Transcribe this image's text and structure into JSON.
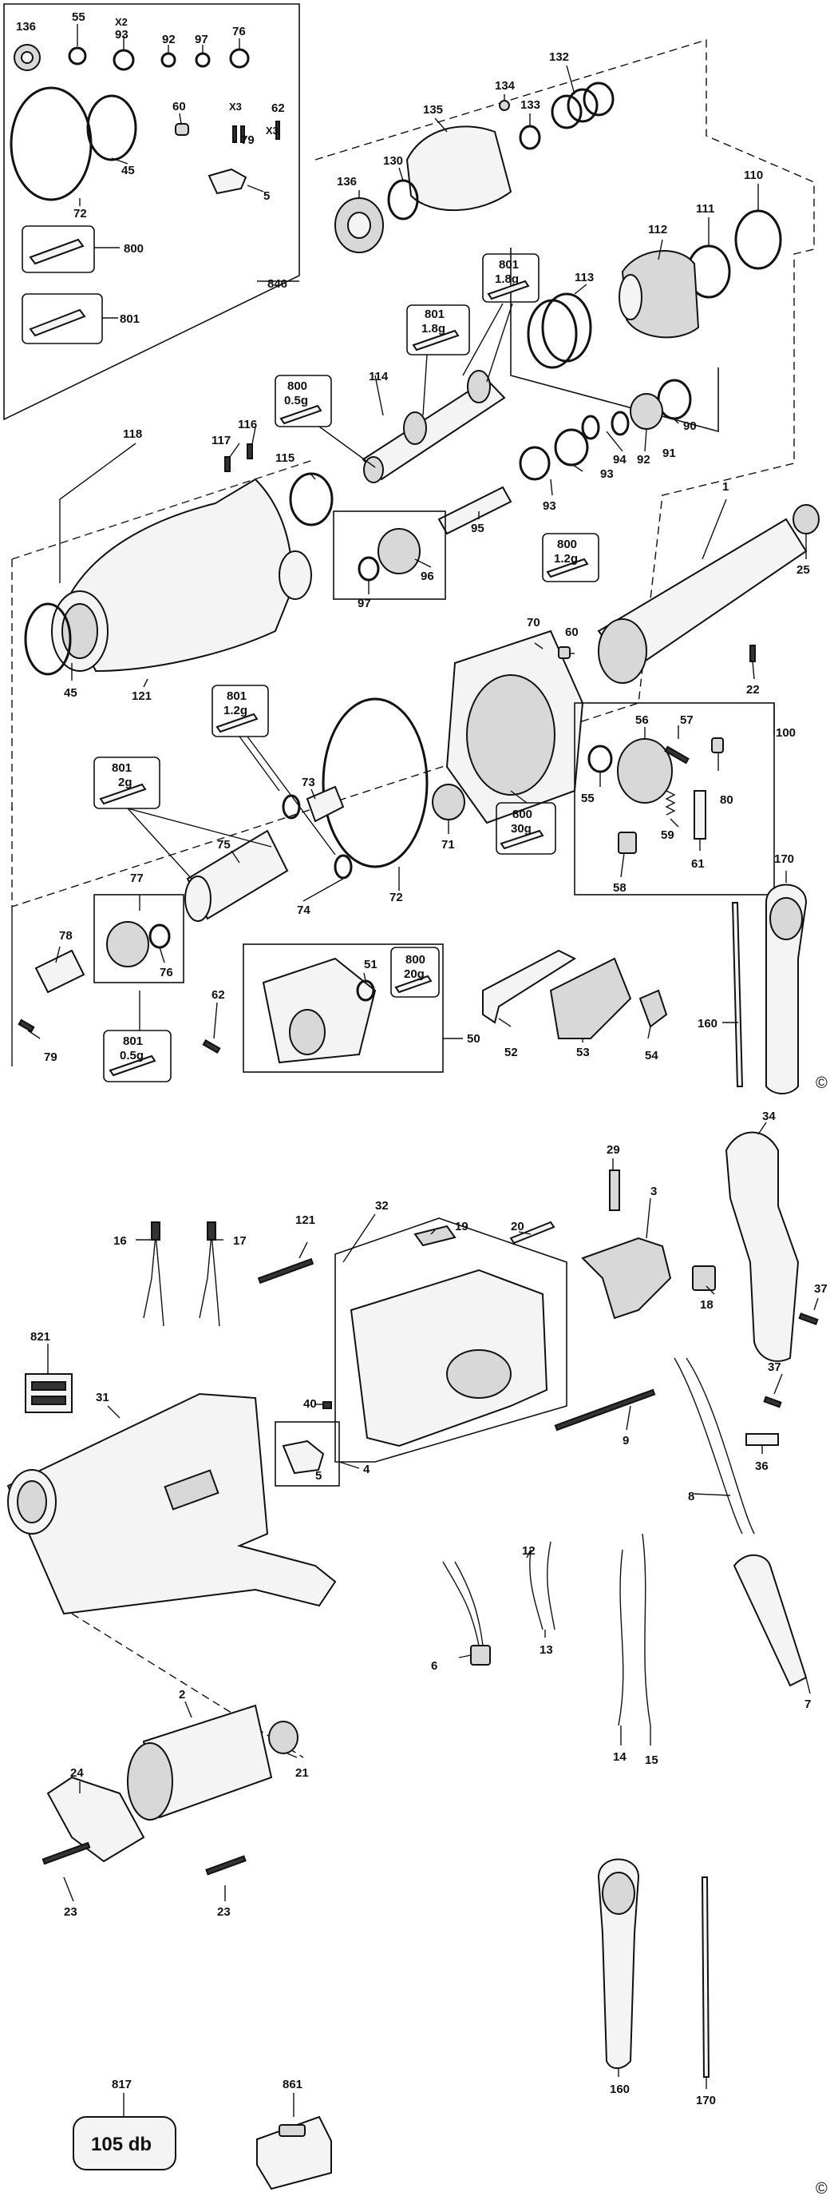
{
  "labels": {
    "l136a": "136",
    "l55a": "55",
    "l93top": "93",
    "lx2": "X2",
    "l92a": "92",
    "l97a": "97",
    "l76a": "76",
    "l60a": "60",
    "lx3a": "X3",
    "l79a": "79",
    "lx3b": "X3",
    "l62a": "62",
    "l45a": "45",
    "l72a": "72",
    "l5a": "5",
    "l800a": "800",
    "l801a": "801",
    "l846": "846",
    "l134": "134",
    "l133": "133",
    "l132": "132",
    "l135": "135",
    "l130": "130",
    "l136b": "136",
    "l110": "110",
    "l111": "111",
    "l112": "112",
    "l113": "113",
    "l801b": "801",
    "g18a": "1.8g",
    "l801c": "801",
    "g18b": "1.8g",
    "l114": "114",
    "l800b": "800",
    "g05a": "0.5g",
    "l118": "118",
    "l116": "116",
    "l117": "117",
    "l115": "115",
    "l94": "94",
    "l92b": "92",
    "l91": "91",
    "l90": "90",
    "l93b": "93",
    "l93c": "93",
    "l95": "95",
    "l1": "1",
    "l800c": "800",
    "g12a": "1.2g",
    "l25": "25",
    "l96": "96",
    "l97b": "97",
    "l45b": "45",
    "l121a": "121",
    "l70": "70",
    "l60b": "60",
    "l22": "22",
    "l801d": "801",
    "g12b": "1.2g",
    "l801e": "801",
    "g2": "2g",
    "l73": "73",
    "l75": "75",
    "l74": "74",
    "l72b": "72",
    "l71": "71",
    "l800d": "800",
    "g30": "30g",
    "l56": "56",
    "l57": "57",
    "l100": "100",
    "l55b": "55",
    "l80": "80",
    "l59": "59",
    "l61": "61",
    "l58": "58",
    "l77": "77",
    "l78": "78",
    "l76b": "76",
    "l79b": "79",
    "l801f": "801",
    "g05b": "0.5g",
    "l62b": "62",
    "l51": "51",
    "l800e": "800",
    "g20": "20g",
    "l50": "50",
    "l52": "52",
    "l53": "53",
    "l54": "54",
    "l160a": "160",
    "l170a": "170",
    "l29": "29",
    "l3": "3",
    "l34": "34",
    "l32": "32",
    "l121b": "121",
    "l19": "19",
    "l20": "20",
    "l16": "16",
    "l17": "17",
    "l18": "18",
    "l37a": "37",
    "l37b": "37",
    "l821": "821",
    "l40": "40",
    "l31": "31",
    "l5b": "5",
    "l4": "4",
    "l9": "9",
    "l36": "36",
    "l8": "8",
    "l12": "12",
    "l6": "6",
    "l13": "13",
    "l14": "14",
    "l15": "15",
    "l7": "7",
    "l2": "2",
    "l24": "24",
    "l21": "21",
    "l23a": "23",
    "l23b": "23",
    "l160b": "160",
    "l170b": "170",
    "l817": "817",
    "l861": "861",
    "sound": "105 db"
  },
  "copyright_top": "©",
  "copyright_bottom": "©",
  "colors": {
    "ink": "#111111",
    "paper": "#ffffff",
    "fill_light": "#f4f4f4",
    "fill_mid": "#d8d8d8"
  }
}
